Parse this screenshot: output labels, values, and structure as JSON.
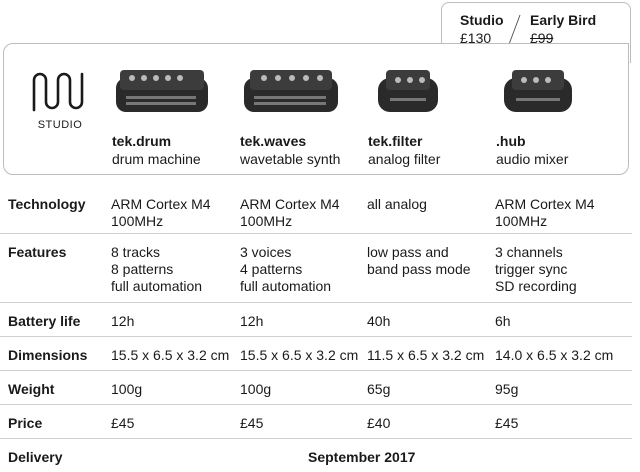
{
  "pricing": {
    "studio": {
      "name": "Studio",
      "price": "£130"
    },
    "early_bird": {
      "name": "Early Bird",
      "price": "£99"
    }
  },
  "brand": {
    "logo_text": "STUDIO",
    "icon": "studio-logo-icon"
  },
  "products": [
    {
      "name": "tek.drum",
      "desc": "drum machine",
      "icon": "drum-machine-device-icon"
    },
    {
      "name": "tek.waves",
      "desc": "wavetable synth",
      "icon": "wavetable-synth-device-icon"
    },
    {
      "name": "tek.filter",
      "desc": "analog filter",
      "icon": "analog-filter-device-icon"
    },
    {
      "name": ".hub",
      "desc": "audio mixer",
      "icon": "audio-mixer-device-icon"
    }
  ],
  "specs": {
    "technology": {
      "label": "Technology",
      "values": [
        "ARM Cortex M4\n100MHz",
        "ARM Cortex M4\n100MHz",
        "all analog",
        "ARM Cortex M4\n100MHz"
      ]
    },
    "features": {
      "label": "Features",
      "values": [
        "8 tracks\n8 patterns\nfull automation",
        "3 voices\n4 patterns\nfull automation",
        "low pass and\nband pass mode",
        "3 channels\ntrigger sync\nSD recording"
      ]
    },
    "battery": {
      "label": "Battery life",
      "values": [
        "12h",
        "12h",
        "40h",
        "6h"
      ]
    },
    "dimensions": {
      "label": "Dimensions",
      "values": [
        "15.5 x 6.5 x 3.2 cm",
        "15.5 x 6.5 x 3.2 cm",
        "11.5 x 6.5 x 3.2 cm",
        "14.0 x 6.5 x 3.2 cm"
      ]
    },
    "weight": {
      "label": "Weight",
      "values": [
        "100g",
        "100g",
        "65g",
        "95g"
      ]
    },
    "price": {
      "label": "Price",
      "values": [
        "£45",
        "£45",
        "£40",
        "£45"
      ]
    },
    "delivery": {
      "label": "Delivery",
      "value": "September 2017"
    }
  }
}
